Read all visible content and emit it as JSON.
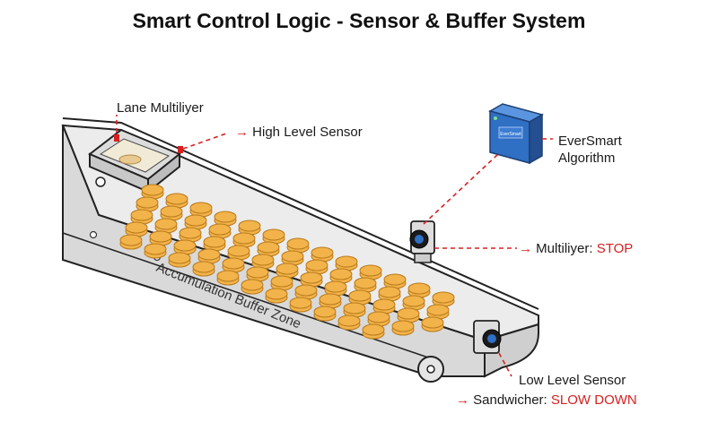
{
  "title": "Smart Control Logic - Sensor & Buffer System",
  "labels": {
    "lane_multiplier": "Lane Multiliyer",
    "high_level_sensor": "High Level Sensor",
    "algorithm_line1": "EverSmart",
    "algorithm_line2": "Algorithm",
    "multiplier_prefix": "Multiliyer:",
    "multiplier_action": "STOP",
    "low_level_sensor": "Low Level Sensor",
    "sandwicher_prefix": "Sandwicher:",
    "sandwicher_action": "SLOW DOWN",
    "buffer_zone": "Accumulation Buffer Zone"
  },
  "controller_text": "EverSmart",
  "colors": {
    "accent_red": "#d62020",
    "cookie": "#f2b34a",
    "cookie_edge": "#b97a1c",
    "controller_blue": "#2f6fc4",
    "conveyor_gray": "#d9d9d9"
  },
  "icons": [
    "arrow-right-icon",
    "sensor-icon",
    "controller-icon"
  ]
}
